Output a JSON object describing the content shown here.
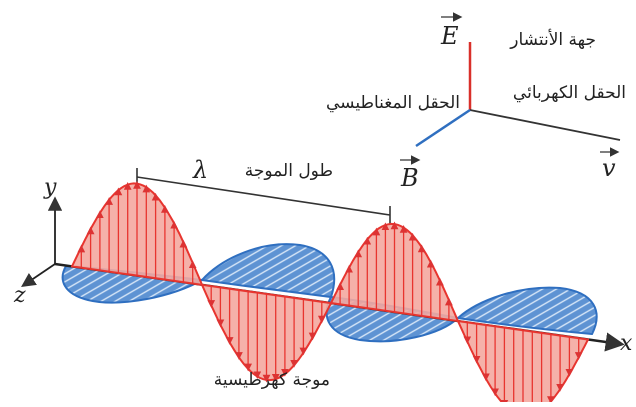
{
  "legend": {
    "e_symbol": "E",
    "b_symbol": "B",
    "v_symbol": "v",
    "propagation_label": "جهة الأنتشار",
    "electric_label": "الحقل الكهربائي",
    "magnetic_label": "الحقل المغناطيسي"
  },
  "wavelength": {
    "symbol": "λ",
    "label": "طول الموجة"
  },
  "axes": {
    "x": "x",
    "y": "y",
    "z": "z"
  },
  "caption": "موجة كهرطيسية",
  "colors": {
    "electric": "#e8352f",
    "electric_fill": "#f4a8a0",
    "magnetic": "#2f6fc0",
    "magnetic_fill": "#6a9fd8",
    "axis": "#333333"
  }
}
